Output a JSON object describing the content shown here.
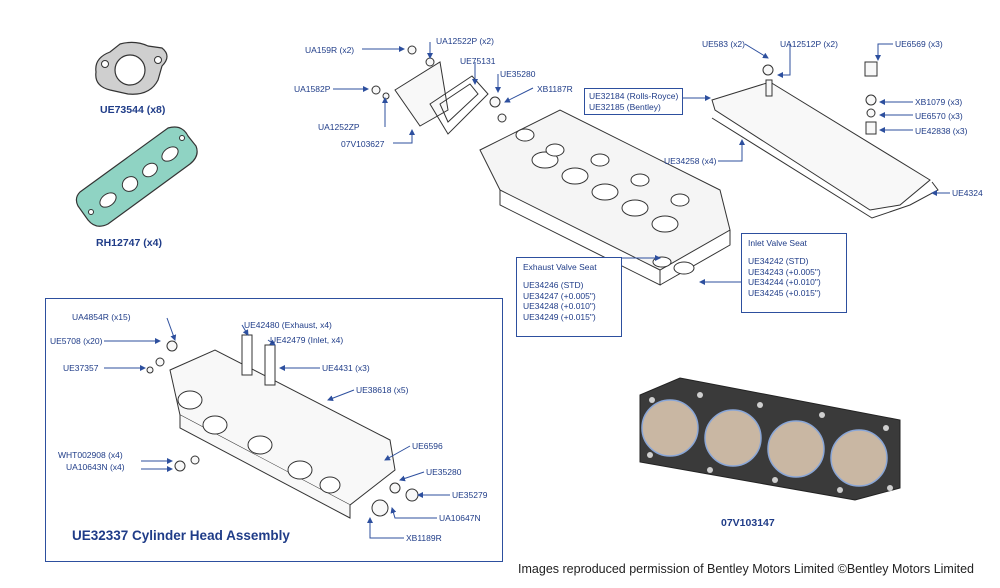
{
  "parts": {
    "exhaust_gasket": "UE73544 (x8)",
    "manifold_gasket": "RH12747 (x4)",
    "head_gasket": "07V103147"
  },
  "callouts": {
    "ua159r": "UA159R (x2)",
    "ua12522p": "UA12522P (x2)",
    "ue75131": "UE75131",
    "ue35280_top": "UE35280",
    "xb1187r": "XB1187R",
    "ua1582p": "UA1582P",
    "ua1252zp": "UA1252ZP",
    "v07103627": "07V103627",
    "ue583": "UE583 (x2)",
    "ua12512p": "UA12512P (x2)",
    "ue6569": "UE6569 (x3)",
    "ue32184": "UE32184 (Rolls-Royce)",
    "ue32185": "UE32185 (Bentley)",
    "xb1079": "XB1079 (x3)",
    "ue6570": "UE6570 (x3)",
    "ue42838": "UE42838 (x3)",
    "ue34258": "UE34258 (x4)",
    "ue4324": "UE4324"
  },
  "exhaust_seat": {
    "title": "Exhaust Valve Seat",
    "lines": [
      "UE34246 (STD)",
      "UE34247 (+0.005\")",
      "UE34248 (+0.010\")",
      "UE34249 (+0.015\")"
    ]
  },
  "inlet_seat": {
    "title": "Inlet Valve Seat",
    "lines": [
      "UE34242 (STD)",
      "UE34243 (+0.005\")",
      "UE34244 (+0.010\")",
      "UE34245 (+0.015\")"
    ]
  },
  "assembly": {
    "title": "UE32337 Cylinder Head Assembly",
    "labels": {
      "ua4854r": "UA4854R (x15)",
      "ue5708": "UE5708 (x20)",
      "ue37357": "UE37357",
      "ue42480": "UE42480 (Exhaust, x4)",
      "ue42479": "UE42479 (Inlet, x4)",
      "ue4431": "UE4431 (x3)",
      "ue38618": "UE38618 (x5)",
      "wht002908": "WHT002908 (x4)",
      "ua10643n": "UA10643N (x4)",
      "ue6596": "UE6596",
      "ue35280": "UE35280",
      "ue35279": "UE35279",
      "ua10647n": "UA10647N",
      "xb1189r": "XB1189R"
    }
  },
  "copyright": "Images reproduced permission of Bentley Motors Limited ©Bentley Motors Limited",
  "colors": {
    "accent": "#2d4f9e",
    "label_text": "#1f3c88",
    "gasket_green": "#8fd3c3",
    "gasket_dark": "#2b2a2a",
    "drawing_line": "#333333"
  }
}
